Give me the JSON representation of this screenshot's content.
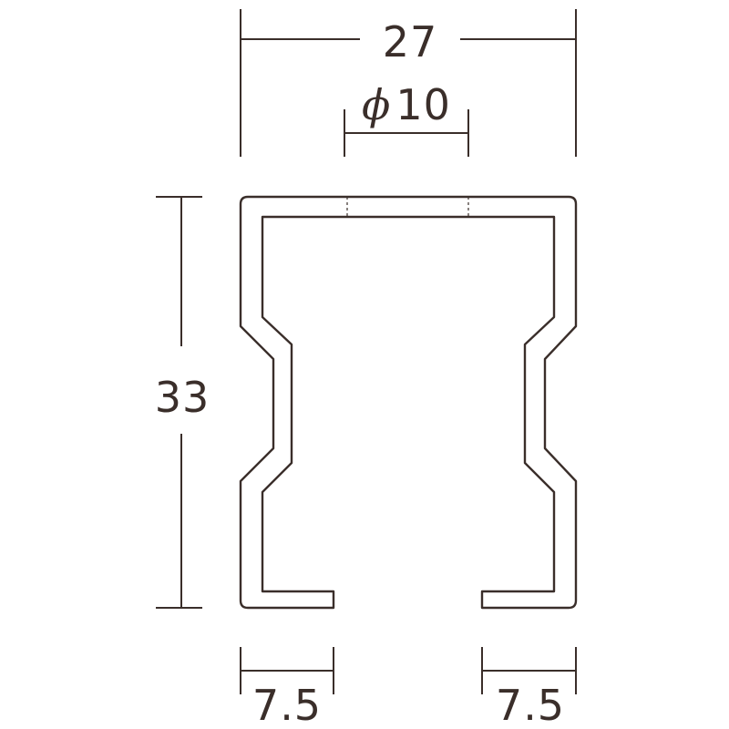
{
  "dimensions": {
    "overall_width": "27",
    "hole_symbol": "ϕ",
    "hole_diameter": "10",
    "height": "33",
    "left_opening": "7.5",
    "right_opening": "7.5"
  }
}
